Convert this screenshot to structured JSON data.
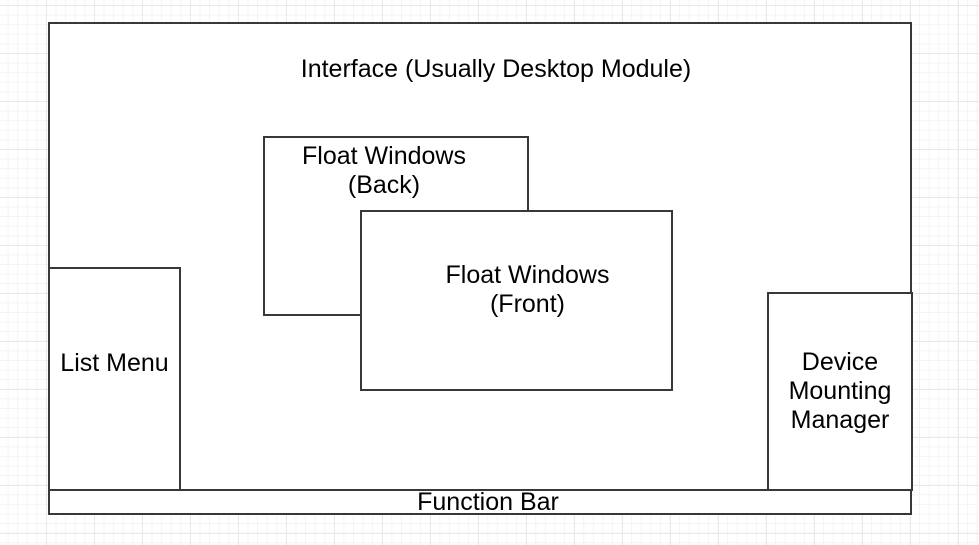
{
  "canvas": {
    "background_color": "#ffffff",
    "grid_minor_color": "#f4f4f4",
    "grid_major_color": "#e9e9e9",
    "shape_fill": "#ffffff",
    "shape_stroke": "#383838",
    "text_color": "#000000"
  },
  "diagram": {
    "nodes": {
      "interface": {
        "label": "Interface (Usually Desktop Module)"
      },
      "float_back": {
        "line1": "Float Windows",
        "line2": "(Back)"
      },
      "float_front": {
        "line1": "Float Windows",
        "line2": "(Front)"
      },
      "list_menu": {
        "label": "List Menu"
      },
      "device_manager": {
        "line1": "Device",
        "line2": "Mounting",
        "line3": "Manager"
      },
      "function_bar": {
        "label": "Function Bar"
      }
    }
  }
}
